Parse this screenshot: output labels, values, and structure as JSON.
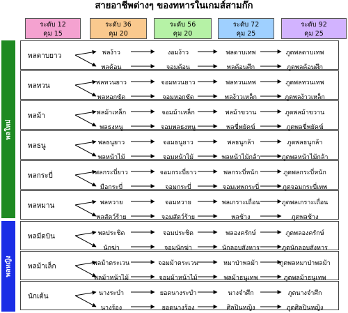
{
  "title": "สายอาชีพต่างๆ ของทหารในเกมส์สามก๊ก",
  "levels": [
    {
      "l1": "ระดับ 12",
      "l2": "คุม 15",
      "color": "#f4a2d0"
    },
    {
      "l1": "ระดับ 36",
      "l2": "คุม 20",
      "color": "#fac98e"
    },
    {
      "l1": "ระดับ 56",
      "l2": "คุม 20",
      "color": "#b6f2a6"
    },
    {
      "l1": "ระดับ 72",
      "l2": "คุม 25",
      "color": "#9fd0ff"
    },
    {
      "l1": "ระดับ 92",
      "l2": "คุม 25",
      "color": "#d2b3ff"
    }
  ],
  "sections": [
    {
      "label": "พลใหม่",
      "color": "#1e8a22"
    },
    {
      "label": "พลหญิง",
      "color": "#1a2ee6"
    }
  ],
  "groups": [
    {
      "root": "พลดาบยาว",
      "rows": [
        [
          "พลง้าว",
          "งอมง้าว",
          "พลดาบเทพ",
          "ภูตพลดาบเทพ"
        ],
        [
          "พลค้อน",
          "จอมค้อน",
          "พลค้อนศึก",
          "ภูตพลค้อนศึก"
        ]
      ]
    },
    {
      "root": "พลทวน",
      "rows": [
        [
          "พลทวนยาว",
          "จอมทวนยาว",
          "พลทวนเทพ",
          "ภูตพลทวนเทพ"
        ],
        [
          "พลหอกซัด",
          "จอมหอกซัด",
          "พลง้าวเหล็ก",
          "ภูตพลง้าวเหล็ก"
        ]
      ]
    },
    {
      "root": "พลม้า",
      "rows": [
        [
          "พลม้าเหล็ก",
          "จอมม้าเหล็ก",
          "พลม้าขวาน",
          "ภูตพลม้าขวาน"
        ],
        [
          "พลธงหนู",
          "จอมพลธงหนู",
          "พลขี่พยัคฆ์",
          "ภูตพลขี่พยัคฆ์"
        ]
      ]
    },
    {
      "root": "พลธนู",
      "rows": [
        [
          "พลธนูยาว",
          "จอมธนูยาว",
          "พลธนูกล้า",
          "ภูตพลธนูกล้า"
        ],
        [
          "พลหน้าไม้",
          "จอมหน้าไม้",
          "พลหน้าไม้กล้า",
          "ภูตพลหน้าไม้กล้า"
        ]
      ]
    },
    {
      "root": "พลกระบี่",
      "rows": [
        [
          "พลกระบี่ยาว",
          "จอมกระบี่ยาว",
          "พลกระบี่หนัก",
          "ภูตพลกระบี่หนัก"
        ],
        [
          "มือกระบี่",
          "จอมกระบี่",
          "จอมเทพกระบี่",
          "ภูตจอมกระบี่เทพ"
        ]
      ]
    },
    {
      "root": "พลหมาน",
      "rows": [
        [
          "พลหวาย",
          "จอมหวาย",
          "พลเกราะเถื่อน",
          "ภูตพลเกราะเถื่อน"
        ],
        [
          "พลสัตว์ร้าย",
          "จอมสัตว์ร้าย",
          "พลช้าง",
          "ภูตพลช้าง"
        ]
      ]
    },
    {
      "root": "พลมีดบิน",
      "rows": [
        [
          "พลประชิด",
          "จอมประชิด",
          "พลองครักษ์",
          "ภูตพลองครักษ์"
        ],
        [
          "นักฆ่า",
          "จอมนักฆ่า",
          "นักลอบสังหาร",
          "ภูตนักลอบสังหาร"
        ]
      ]
    },
    {
      "root": "พลม้าเล็ก",
      "rows": [
        [
          "พลม้าตระเวน",
          "จอมม้าตระเวน",
          "หมาป่าพลม้า",
          "ภูตพลหมาป่าพลม้า"
        ],
        [
          "พลม้าหน้าไม้",
          "จอมม้าหน้าไม้",
          "พลม้าธนูเทพ",
          "ภูตพลม้าธนูเทพ"
        ]
      ]
    },
    {
      "root": "นักเต้น",
      "rows": [
        [
          "นางระบำ",
          "ยอดนางระบำ",
          "นางจำศึก",
          "ภูตนางจำศึก"
        ],
        [
          "นางร้อง",
          "ยอดนางร้อง",
          "ศิลปินหญิง",
          "ภูตศิลปินหญิง"
        ]
      ]
    }
  ]
}
